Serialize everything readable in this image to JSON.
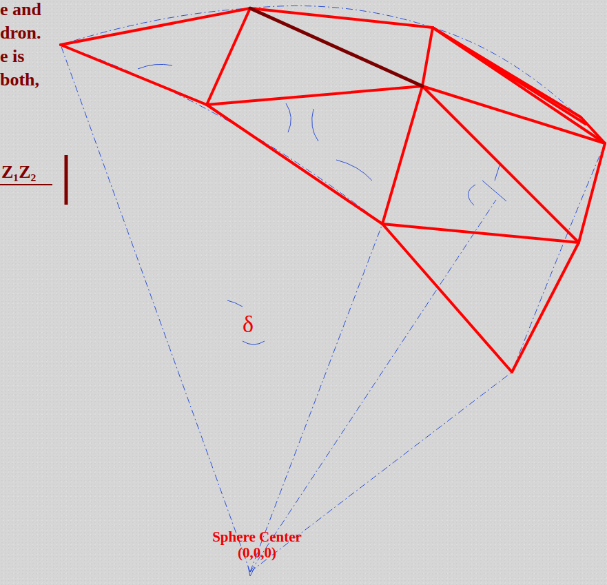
{
  "diagram": {
    "labels": [
      "e and",
      "dron.",
      "e is",
      "both,",
      "Z₁Z₂",
      "δ",
      "Sphere Center (0,0,0)"
    ]
  }
}
